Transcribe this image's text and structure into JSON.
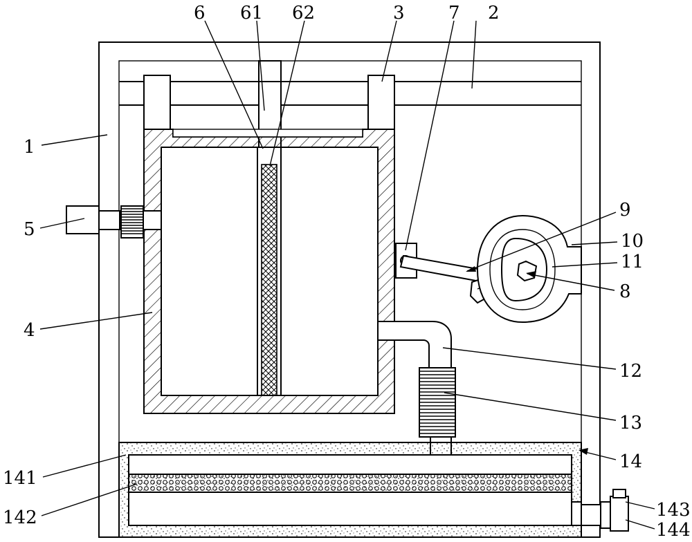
{
  "diagram": {
    "labels": {
      "l1": "1",
      "l2": "2",
      "l3": "3",
      "l4": "4",
      "l5": "5",
      "l6": "6",
      "l61": "61",
      "l62": "62",
      "l7": "7",
      "l8": "8",
      "l9": "9",
      "l10": "10",
      "l11": "11",
      "l12": "12",
      "l13": "13",
      "l14": "14",
      "l141": "141",
      "l142": "142",
      "l143": "143",
      "l144": "144"
    }
  }
}
